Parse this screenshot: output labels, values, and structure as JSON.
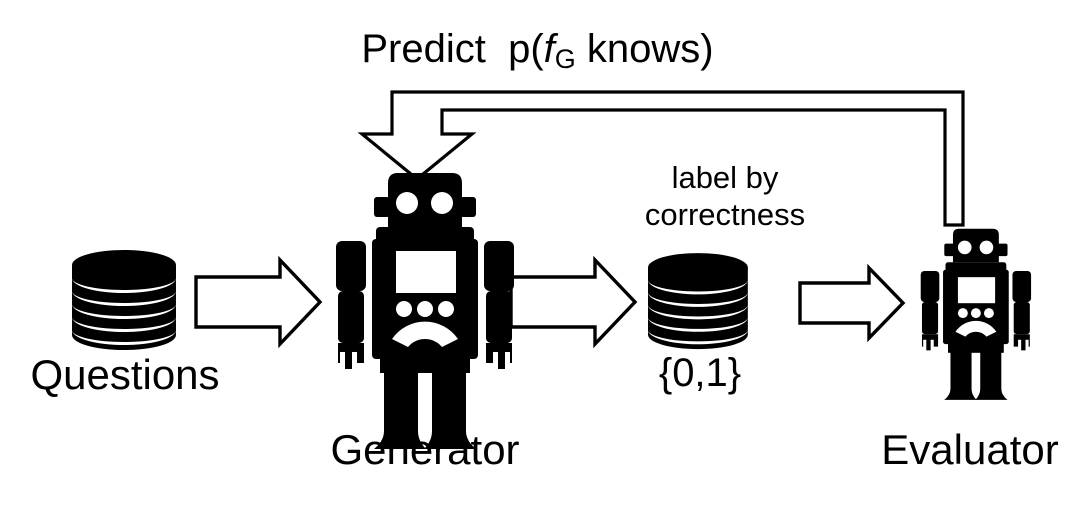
{
  "figure": {
    "background_color": "#ffffff",
    "ink_color": "#000000",
    "title": {
      "prefix": "Predict  p(",
      "italic_symbol": "f",
      "subscript": "G",
      "suffix": " knows)",
      "full_text": "Predict  p(f_G knows)"
    },
    "nodes": {
      "questions": {
        "label": "Questions",
        "icon": "database-stack-icon",
        "disks": 6
      },
      "generator": {
        "label": "Generator",
        "icon": "robot-icon"
      },
      "labels_dataset": {
        "label": "{0,1}",
        "icon": "database-stack-icon",
        "disks": 6
      },
      "evaluator": {
        "label": "Evaluator",
        "icon": "robot-icon"
      }
    },
    "edges": {
      "questions_to_generator": {
        "kind": "block-arrow-right",
        "label": ""
      },
      "generator_to_labels": {
        "kind": "block-arrow-right",
        "label": "label by\ncorrectness",
        "label_line1": "label by",
        "label_line2": "correctness"
      },
      "labels_to_evaluator": {
        "kind": "block-arrow-right",
        "label": ""
      },
      "evaluator_to_generator": {
        "kind": "bent-block-arrow-feedback",
        "direction": "right-up-left-down",
        "label": "Predict  p(f_G knows)"
      }
    }
  }
}
